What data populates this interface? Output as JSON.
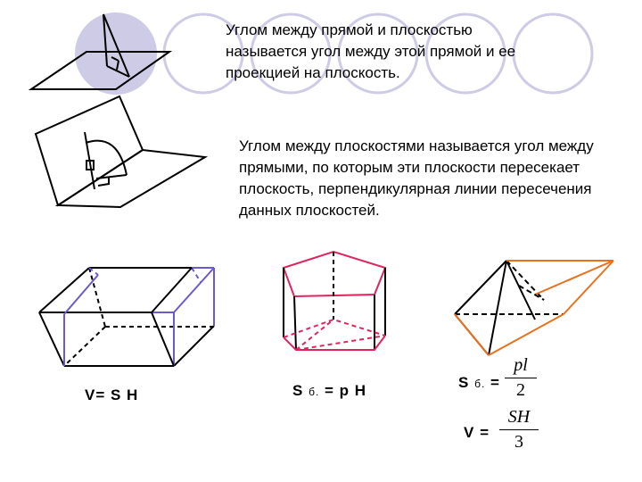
{
  "text": {
    "line_plane_definition": "Углом между прямой и плоскостью называется угол между этой прямой и ее проекцией на плоскость.",
    "plane_plane_definition": "Углом между плоскостями называется угол между прямыми, по которым эти плоскости пересекает плоскость, перпендикулярная линии пересечения данных плоскостей."
  },
  "formulas": {
    "prism_volume": "V= S H",
    "lateral_area_label": "S",
    "lateral_area_subscript": "б.",
    "lateral_area_rhs": "= p H",
    "pyramid_area_label": "S",
    "pyramid_area_subscript": "б.",
    "pyramid_area_eq": "=",
    "pyramid_area_num": "pl",
    "pyramid_area_den": "2",
    "pyramid_volume_label": "V",
    "pyramid_volume_eq": "=",
    "pyramid_volume_num": "SH",
    "pyramid_volume_den": "3"
  },
  "colors": {
    "decor_circle": "#cdcbe6",
    "prism_accent": "#6a5acd",
    "pentagon_accent": "#e0245e",
    "pyramid_accent": "#e8721c"
  }
}
